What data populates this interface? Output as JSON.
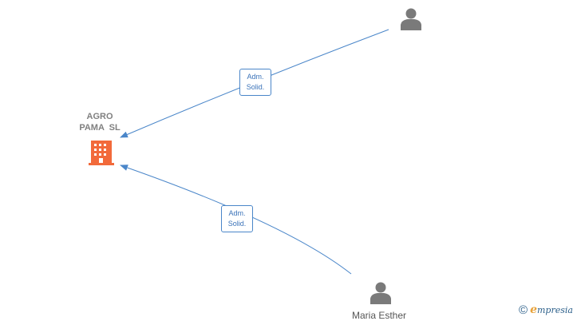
{
  "company": {
    "name": "AGRO\nPAMA  SL",
    "icon": "building-icon",
    "color": "#f26a3b"
  },
  "people": [
    {
      "name": "",
      "icon": "person-icon"
    },
    {
      "name": "Maria Esther",
      "icon": "person-icon"
    }
  ],
  "edges": [
    {
      "from": "person-1",
      "to": "company",
      "role_line1": "Adm.",
      "role_line2": "Solid."
    },
    {
      "from": "person-2",
      "to": "company",
      "role_line1": "Adm.",
      "role_line2": "Solid."
    }
  ],
  "colors": {
    "edge": "#4a86c9",
    "person": "#7a7a7a",
    "label": "#808080"
  },
  "brand": {
    "copyright_symbol": "©",
    "name_initial": "e",
    "name_rest": "mpresia"
  }
}
